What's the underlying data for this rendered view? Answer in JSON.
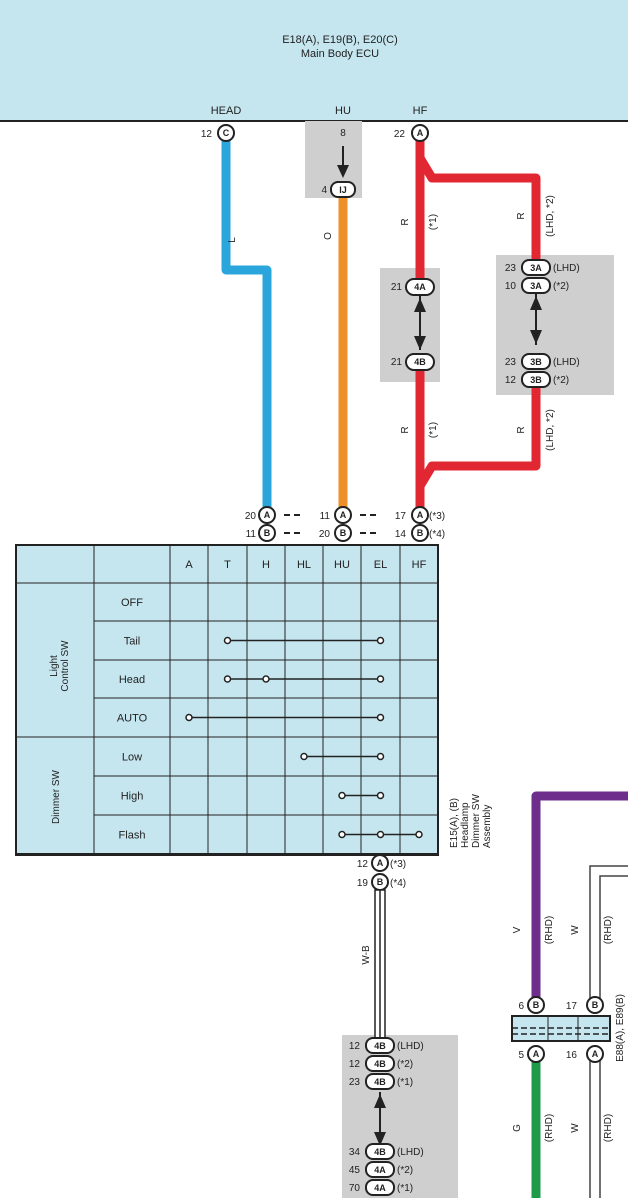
{
  "ecu": {
    "title": "E18(A), E19(B), E20(C)",
    "subtitle": "Main Body ECU"
  },
  "terminals": {
    "head": "HEAD",
    "hu": "HU",
    "hf": "HF"
  },
  "pins": {
    "ecu_head_num": "12",
    "ecu_head_letter": "C",
    "ecu_hu_num": "8",
    "ij_num": "4",
    "ij_letter": "IJ",
    "ecu_hf_num": "22",
    "ecu_hf_letter": "A",
    "c4a_num": "21",
    "c4a_letter": "4A",
    "c4b_num": "21",
    "c4b_letter": "4B",
    "c3a1_num": "23",
    "c3a1_letter": "3A",
    "c3a1_note": "(LHD)",
    "c3a2_num": "10",
    "c3a2_letter": "3A",
    "c3a2_note": "(*2)",
    "c3b1_num": "23",
    "c3b1_letter": "3B",
    "c3b1_note": "(LHD)",
    "c3b2_num": "12",
    "c3b2_letter": "3B",
    "c3b2_note": "(*2)",
    "sw_l_a": "20",
    "sw_l_b": "11",
    "sw_o_a": "11",
    "sw_o_b": "20",
    "sw_r_a": "17",
    "sw_r_b": "14",
    "sw_r_note_a": "(*3)",
    "sw_r_note_b": "(*4)",
    "bot_a_num": "12",
    "bot_b_num": "19",
    "bot_note_a": "(*3)",
    "bot_note_b": "(*4)",
    "j1_num": "12",
    "j1_letter": "4B",
    "j1_note": "(LHD)",
    "j2_num": "12",
    "j2_letter": "4B",
    "j2_note": "(*2)",
    "j3_num": "23",
    "j3_letter": "4B",
    "j3_note": "(*1)",
    "k1_num": "34",
    "k1_letter": "4B",
    "k1_note": "(LHD)",
    "k2_num": "45",
    "k2_letter": "4A",
    "k2_note": "(*2)",
    "k3_num": "70",
    "k3_letter": "4A",
    "k3_note": "(*1)",
    "e88_6": "6",
    "e88_17": "17",
    "e88_5": "5",
    "e88_16": "16",
    "letter_a": "A",
    "letter_b": "B"
  },
  "wires": {
    "l": "L",
    "o": "O",
    "r": "R",
    "note1": "(*1)",
    "note_lhd2": "(LHD, *2)",
    "wb": "W-B",
    "v": "V",
    "w": "W",
    "g": "G",
    "rhd": "(RHD)"
  },
  "switch": {
    "columns": [
      "A",
      "T",
      "H",
      "HL",
      "HU",
      "EL",
      "HF"
    ],
    "group_light": "Light Control SW",
    "group_dimmer": "Dimmer SW",
    "rows_light": [
      "OFF",
      "Tail",
      "Head",
      "AUTO"
    ],
    "rows_dimmer": [
      "Low",
      "High",
      "Flash"
    ],
    "assembly_name": "E15(A), (B) Headlamp Dimmer SW Assembly"
  },
  "relay_name": "E88(A), E89(B)",
  "colors": {
    "panel": "#c5e6ef",
    "blue": "#2aa6dc",
    "orange": "#ef8f2a",
    "red": "#e12832",
    "purple": "#6d2e8c",
    "green": "#1f9a48",
    "gray": "#cfcfcf"
  }
}
